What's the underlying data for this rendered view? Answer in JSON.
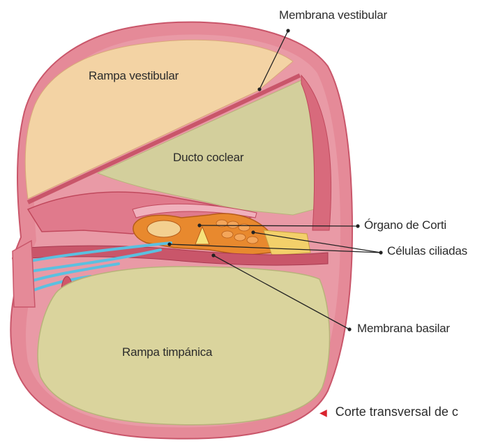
{
  "labels": {
    "membrana_vestibular": "Membrana vestibular",
    "rampa_vestibular": "Rampa vestibular",
    "ducto_coclear": "Ducto coclear",
    "organo_de_corti": "Órgano de Corti",
    "celulas_ciliadas": "Células ciliadas",
    "membrana_basilar": "Membrana basilar",
    "rampa_timpanica": "Rampa timpánica"
  },
  "caption": "Corte transversal de c",
  "colors": {
    "outer_wall": "#e27d8c",
    "wall_dark": "#c9566a",
    "rampa_vestibular": "#f2d0a0",
    "ducto": "#d2ce9b",
    "rampa_timpanica": "#d9d39a",
    "corti": "#e8892e",
    "nerve": "#5bc0e0",
    "caption_arrow": "#d9232e"
  }
}
